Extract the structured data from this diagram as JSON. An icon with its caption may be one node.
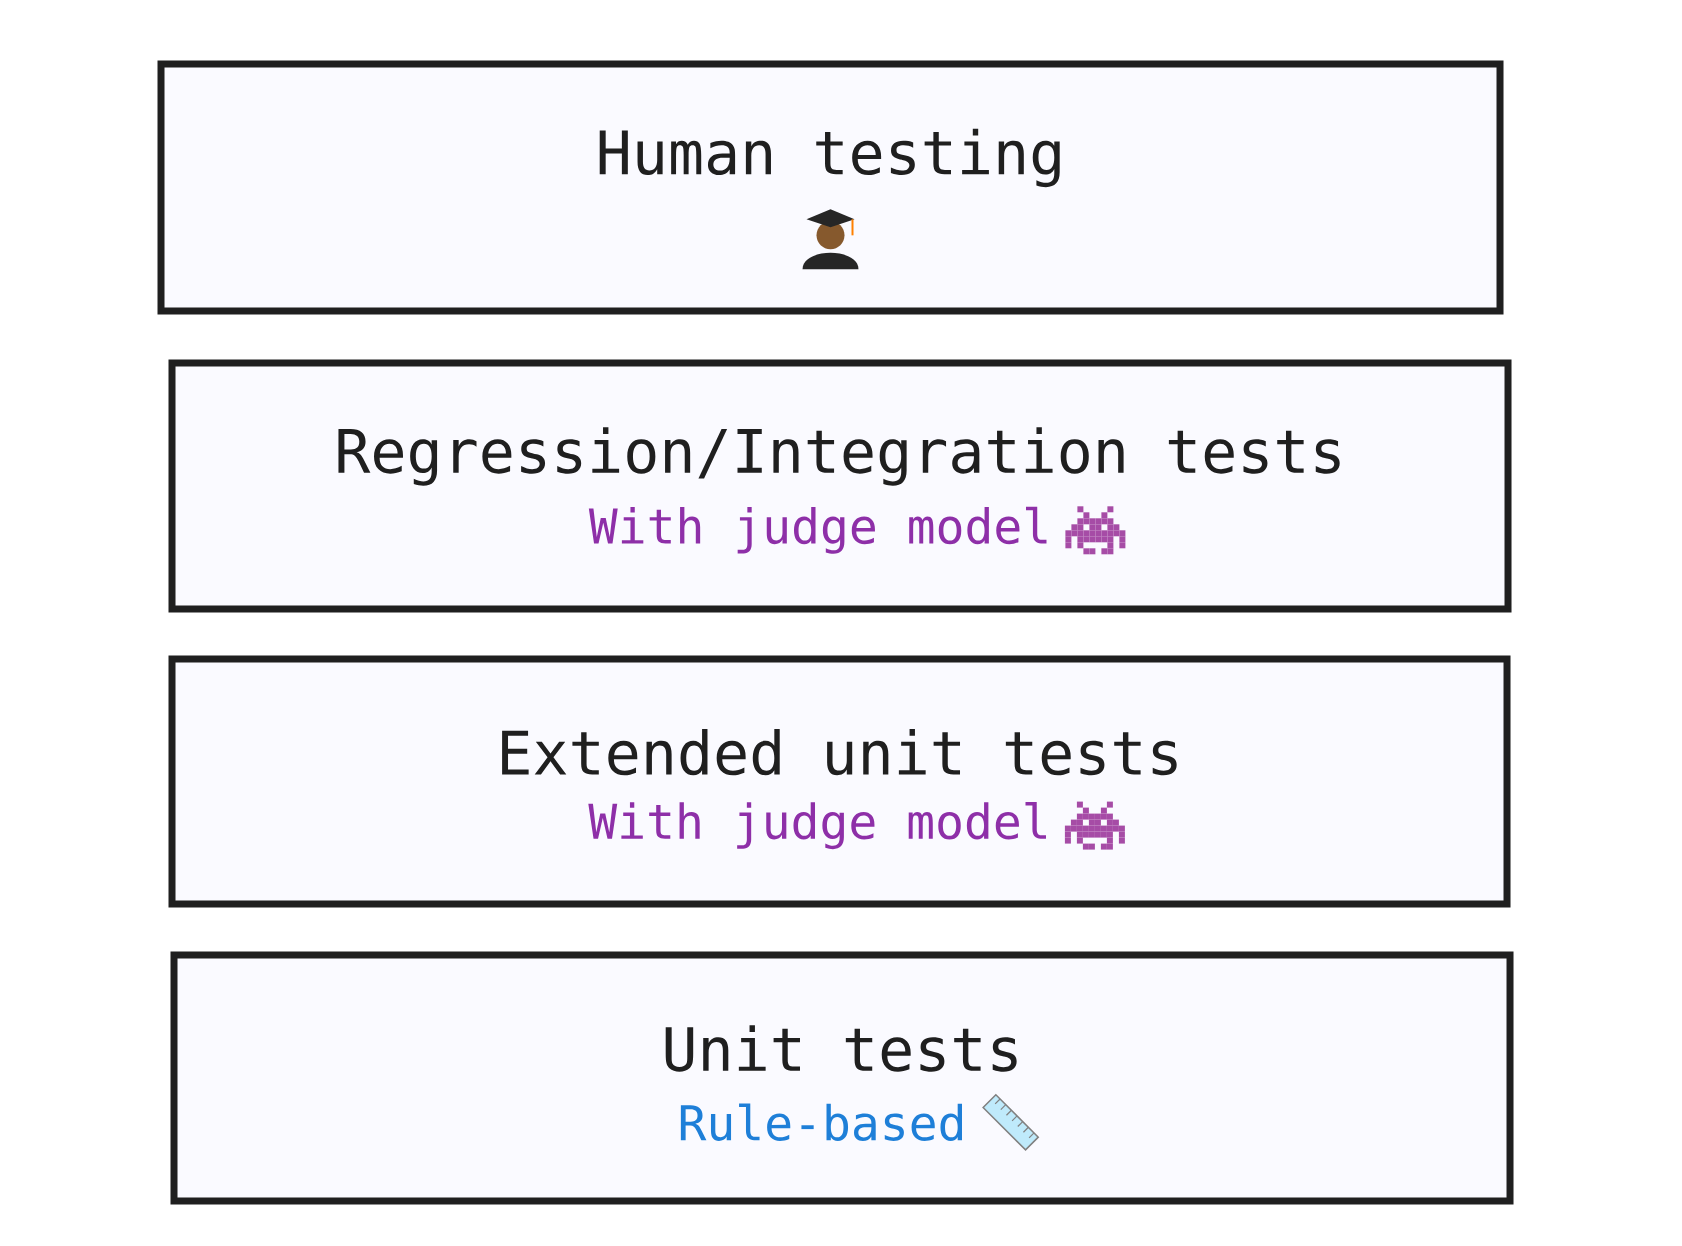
{
  "diagram": {
    "nodes": [
      {
        "text": [
          "Human testing"
        ]
      },
      {
        "text": [
          "Regression/Integration tests",
          "With judge model"
        ]
      },
      {
        "text": [
          "Extended unit tests",
          "With judge model"
        ]
      },
      {
        "text": [
          "Unit tests",
          "Rule-based"
        ]
      }
    ],
    "edges": []
  }
}
